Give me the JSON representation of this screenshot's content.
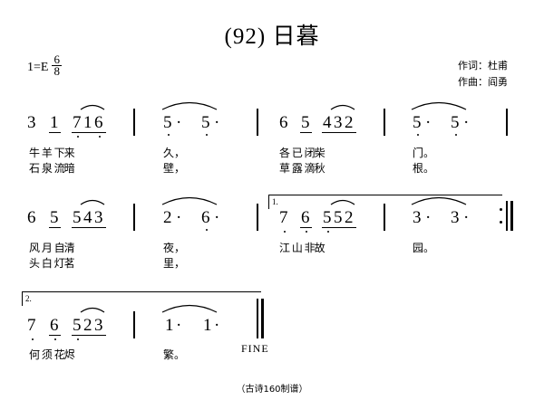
{
  "sheet": {
    "title": "(92) 日暮",
    "key_signature": "1=E",
    "meter_numerator": "6",
    "meter_denominator": "8",
    "lyricist": "作词：杜甫",
    "composer": "作曲：阎勇",
    "footer": "（古诗160制谱）",
    "fine_label": "FINE",
    "volta1_label": "1.",
    "volta2_label": "2."
  },
  "systems": [
    {
      "id": "system-1",
      "measures": [
        {
          "id": "m1",
          "notes": "3  1  716",
          "lyrics_v1": "牛 羊 下来",
          "lyrics_v2": "石 泉 流暗"
        },
        {
          "id": "m2",
          "notes": "5·  5·",
          "lyrics_v1": "久，",
          "lyrics_v2": "壁，"
        },
        {
          "id": "m3",
          "notes": "6  5  432",
          "lyrics_v1": "各 已 闭柴",
          "lyrics_v2": "草 露 滴秋"
        },
        {
          "id": "m4",
          "notes": "5·  5·",
          "lyrics_v1": "门。",
          "lyrics_v2": "根。"
        }
      ]
    },
    {
      "id": "system-2",
      "measures": [
        {
          "id": "m5",
          "notes": "6  5  543",
          "lyrics_v1": "风 月 自清",
          "lyrics_v2": "头 白 灯茗"
        },
        {
          "id": "m6",
          "notes": "2·  6·",
          "lyrics_v1": "夜，",
          "lyrics_v2": "里，"
        },
        {
          "id": "m7",
          "notes": "7  6  552",
          "lyrics_v1": "江 山 非故",
          "lyrics_v2": ""
        },
        {
          "id": "m8",
          "notes": "3·  3·",
          "lyrics_v1": "园。",
          "lyrics_v2": ""
        }
      ]
    },
    {
      "id": "system-3",
      "measures": [
        {
          "id": "m9",
          "notes": "7  6  523",
          "lyrics_v1": "何 须 花烬",
          "lyrics_v2": ""
        },
        {
          "id": "m10",
          "notes": "1·  1·",
          "lyrics_v1": "繁。",
          "lyrics_v2": ""
        }
      ]
    }
  ],
  "notes_flat": {
    "s1_n1": "3",
    "s1_n2": "1",
    "s1_n3": "7",
    "s1_n4": "1",
    "s1_n5": "6",
    "s1_n6": "5",
    "s1_n7": "5",
    "s1_n8": "6",
    "s1_n9": "5",
    "s1_n10": "4",
    "s1_n11": "3",
    "s1_n12": "2",
    "s1_n13": "5",
    "s1_n14": "5",
    "s2_n1": "6",
    "s2_n2": "5",
    "s2_n3": "5",
    "s2_n4": "4",
    "s2_n5": "3",
    "s2_n6": "2",
    "s2_n7": "6",
    "s2_n8": "7",
    "s2_n9": "6",
    "s2_n10": "5",
    "s2_n11": "5",
    "s2_n12": "2",
    "s2_n13": "3",
    "s2_n14": "3",
    "s3_n1": "7",
    "s3_n2": "6",
    "s3_n3": "5",
    "s3_n4": "2",
    "s3_n5": "3",
    "s3_n6": "1",
    "s3_n7": "1"
  },
  "dots": {
    "d": "·"
  }
}
